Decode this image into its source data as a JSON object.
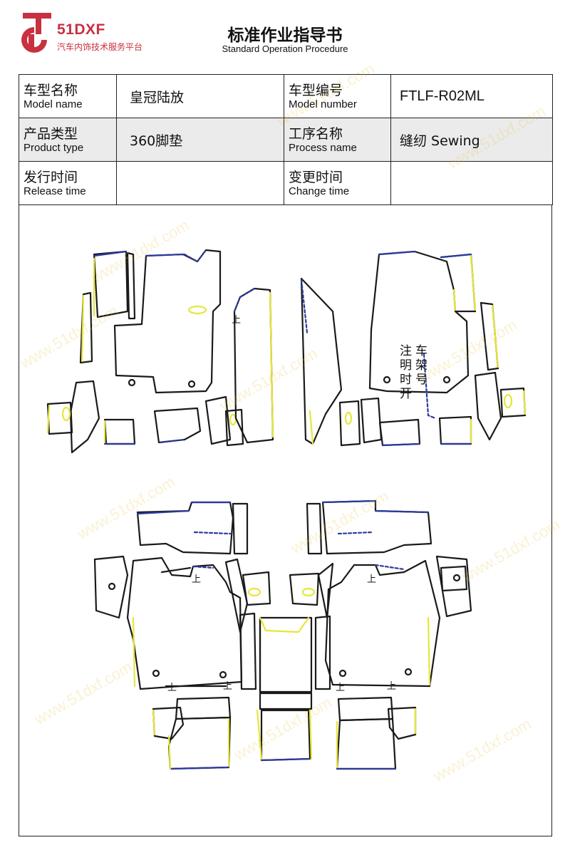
{
  "header": {
    "brand": "51DXF",
    "tagline": "汽车内饰技术服务平台",
    "title": "标准作业指导书",
    "subtitle": "Standard Operation Procedure"
  },
  "info_table": {
    "model_name_cn": "车型名称",
    "model_name_en": "Model name",
    "model_name_value": "皇冠陆放",
    "model_number_cn": "车型编号",
    "model_number_en": "Model number",
    "model_number_value": "FTLF-R02ML",
    "product_type_cn": "产品类型",
    "product_type_en": "Product type",
    "product_type_value": "360脚垫",
    "process_name_cn": "工序名称",
    "process_name_en": "Process name",
    "process_name_value": "缝纫 Sewing",
    "release_time_cn": "发行时间",
    "release_time_en": "Release time",
    "release_time_value": "",
    "change_time_cn": "变更时间",
    "change_time_en": "Change time",
    "change_time_value": ""
  },
  "drawing": {
    "note_col1": [
      "注",
      "明",
      "时",
      "开"
    ],
    "note_col2": [
      "车",
      "架",
      "号"
    ],
    "stitch_mark": "上",
    "colors": {
      "outline": "#1a1a1a",
      "edge_blue": "#2b3a9c",
      "edge_yellow": "#e6e63a",
      "dashed": "#2b3a9c"
    }
  },
  "watermark": "www.51dxf.com",
  "colors": {
    "brand": "#c8313f",
    "table_shade": "#ebebeb",
    "border": "#222222"
  }
}
